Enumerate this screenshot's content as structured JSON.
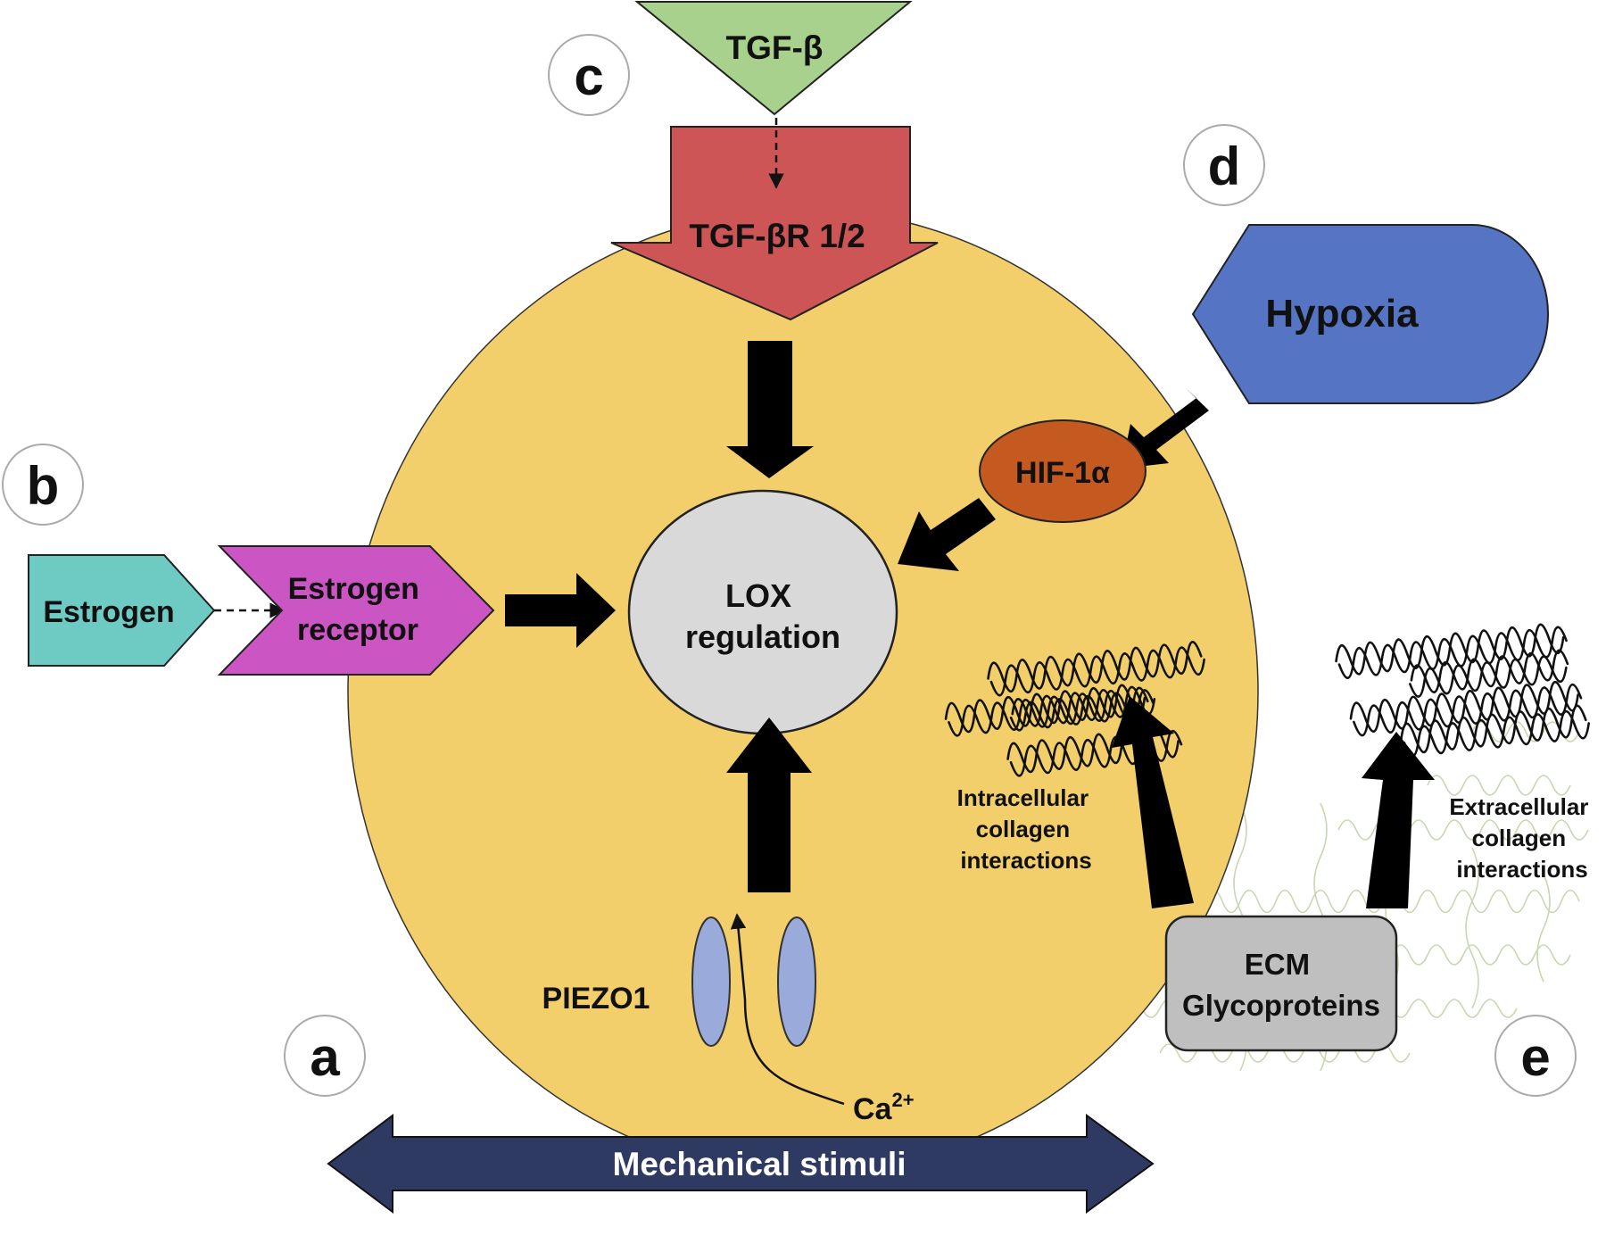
{
  "panels": {
    "a": "a",
    "b": "b",
    "c": "c",
    "d": "d",
    "e": "e"
  },
  "nodes": {
    "tgf_beta": "TGF-β",
    "tgf_receptor": "TGF-βR 1/2",
    "hypoxia": "Hypoxia",
    "hif": "HIF-1α",
    "estrogen": "Estrogen",
    "estrogen_receptor": [
      "Estrogen",
      "receptor"
    ],
    "lox": [
      "LOX",
      "regulation"
    ],
    "piezo": "PIEZO1",
    "calcium_base": "Ca",
    "calcium_sup": "2+",
    "ecm": [
      "ECM",
      "Glycoproteins"
    ],
    "mechanical": "Mechanical stimuli"
  },
  "labels": {
    "intracellular": [
      "Intracellular",
      "collagen",
      "interactions"
    ],
    "extracellular": [
      "Extracellular",
      "collagen",
      "interactions"
    ]
  },
  "colors": {
    "cell": "#f2cf6a",
    "tgf_beta": "#a9d18e",
    "tgf_receptor": "#cd5555",
    "hypoxia": "#5575c4",
    "hif": "#c55a20",
    "estrogen": "#6ecbc3",
    "estrogen_receptor": "#cc55c4",
    "lox": "#d9d9d9",
    "piezo": "#9aaadb",
    "ecm": "#bfbfbf",
    "mechanical": "#2f3a63"
  }
}
